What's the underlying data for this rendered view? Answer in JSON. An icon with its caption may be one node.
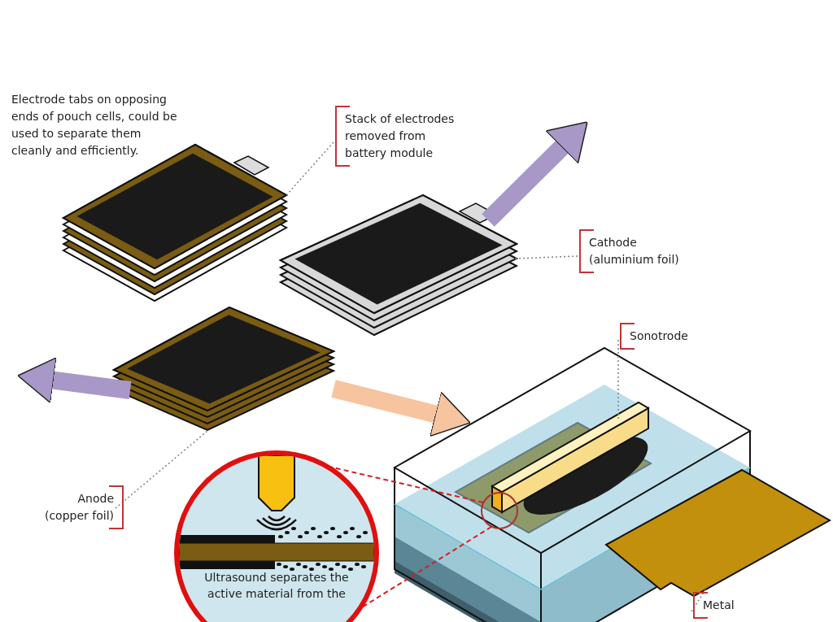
{
  "diagram": {
    "nodes": [
      {
        "text": [
          "Stack of electrodes removed from battery module"
        ]
      },
      {
        "text": [],
        "shape": "picture"
      },
      {
        "text": [
          "Cathode (aluminium foil)"
        ]
      },
      {
        "text": [],
        "shape": "picture"
      },
      {
        "text": [],
        "shape": "picture"
      },
      {
        "text": [
          "Anode (copper foil)"
        ]
      },
      {
        "text": [
          "Sonotrode"
        ]
      },
      {
        "text": [],
        "shape": "picture"
      },
      {
        "text": [],
        "shape": "picture",
        "in": 7
      },
      {
        "text": [],
        "shape": "circle",
        "in": 7
      },
      {
        "text": [
          "Ultrasound separates the active material from the"
        ]
      },
      {
        "text": [
          "Metal"
        ]
      },
      {
        "text": [],
        "shape": "picture"
      }
    ],
    "edges": [
      {
        "from": 0,
        "to": 1,
        "arrow": "none",
        "style": "dashed"
      },
      {
        "from": 2,
        "to": 3,
        "arrow": "none",
        "style": "dashed"
      },
      {
        "from": 5,
        "to": 4,
        "arrow": "none",
        "style": "dashed"
      },
      {
        "from": 6,
        "to": 8,
        "arrow": "none",
        "style": "dashed"
      },
      {
        "from": 11,
        "to": 12,
        "arrow": "none",
        "style": "dashed"
      },
      {
        "from": 9,
        "to": 10,
        "arrow": "none",
        "style": "dashed",
        "color": "#d42020"
      },
      {
        "from": 9,
        "to": 10,
        "arrow": "none",
        "style": "dashed",
        "color": "#d42020"
      },
      {
        "from": 3,
        "to": null,
        "arrow": "to",
        "style": "thick",
        "color": "#a898c8"
      },
      {
        "from": 4,
        "to": null,
        "arrow": "to",
        "style": "thick",
        "color": "#a898c8"
      },
      {
        "from": 4,
        "to": 7,
        "arrow": "to",
        "style": "thick",
        "color": "#f7c4a0"
      }
    ],
    "labels": [
      "Electrode tabs on opposing ends of pouch cells, could be used to separate them cleanly and efficiently."
    ]
  }
}
